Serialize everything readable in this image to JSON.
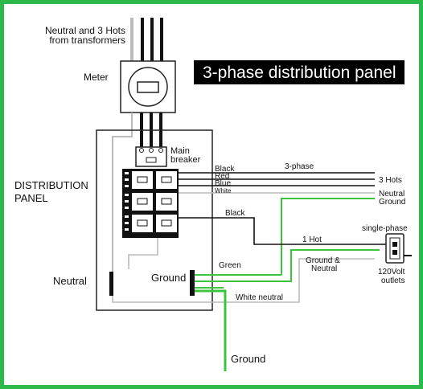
{
  "title": "3-phase distribution panel",
  "labels": {
    "source_line1": "Neutral and 3 Hots",
    "source_line2": "from transformers",
    "meter": "Meter",
    "main_breaker_line1": "Main",
    "main_breaker_line2": "breaker",
    "distribution_line1": "DISTRIBUTION",
    "distribution_line2": "PANEL",
    "neutral": "Neutral",
    "ground_bar": "Ground",
    "ground_bottom": "Ground",
    "black": "Black",
    "red": "Red",
    "blue": "Blue",
    "white": "White",
    "three_phase": "3-phase",
    "three_hots": "3 Hots",
    "neutral_right": "Neutral",
    "ground_right": "Ground",
    "black2": "Black",
    "single_phase": "single-phase",
    "one_hot": "1 Hot",
    "green": "Green",
    "ground_neutral_line1": "Ground &",
    "ground_neutral_line2": "Neutral",
    "white_neutral": "White neutral",
    "outlets_line1": "120Volt",
    "outlets_line2": "outlets"
  },
  "colors": {
    "border": "#2db84a",
    "ground_wire": "#3cc43c",
    "neutral_wire": "#b8b8b8",
    "hot_wire": "#111111",
    "title_bg": "#000000",
    "title_fg": "#ffffff"
  }
}
